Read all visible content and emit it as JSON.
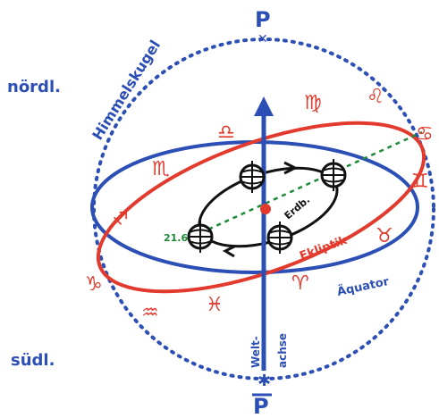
{
  "labels": {
    "north_pole": "P",
    "south_pole": "P",
    "north_hemisphere": "nördl.",
    "south_hemisphere": "südl.",
    "celestial_sphere": "Himmelskugel",
    "ecliptic": "Ekliptik",
    "equator": "Äquator",
    "world_axis_1": "Welt-",
    "world_axis_2": "achse",
    "earth_orbit": "Erdb.",
    "date_marker": "21.6",
    "zodiac_signs": [
      "♌",
      "♍",
      "♎",
      "♏",
      "♐",
      "♑",
      "♒",
      "♓",
      "♈",
      "♉",
      "♊",
      "♋"
    ]
  },
  "colors": {
    "blue": "#2c4fb5",
    "red": "#e23b2e",
    "black": "#111111",
    "green": "#1d8a3a"
  },
  "icons": {
    "sun": "sun-icon",
    "earth": "earth-icon",
    "pole_marker": "cross-icon"
  }
}
